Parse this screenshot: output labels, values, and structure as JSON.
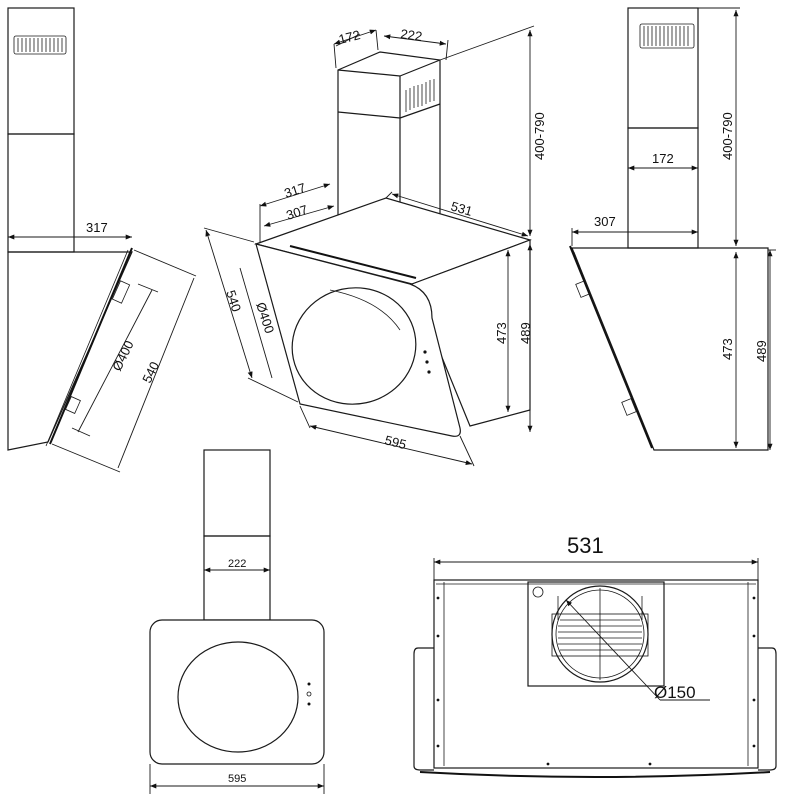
{
  "dimensions": {
    "side_left": {
      "depth_top": "317",
      "depth_bottom": "540",
      "diameter": "Ø400"
    },
    "perspective": {
      "chimney_depth": "172",
      "chimney_width": "222",
      "chimney_height": "400-790",
      "top_depth_outer": "317",
      "top_depth_inner": "307",
      "body_depth": "531",
      "panel_slant": "540",
      "diameter": "Ø400",
      "inner_height": "473",
      "outer_height": "489",
      "width": "595"
    },
    "side_right": {
      "chimney_height": "400-790",
      "chimney_depth": "172",
      "top_depth": "307",
      "inner_height": "473",
      "outer_height": "489"
    },
    "front": {
      "chimney_width": "222",
      "width": "595"
    },
    "top": {
      "width": "531",
      "outlet_diameter": "Ø150"
    }
  }
}
